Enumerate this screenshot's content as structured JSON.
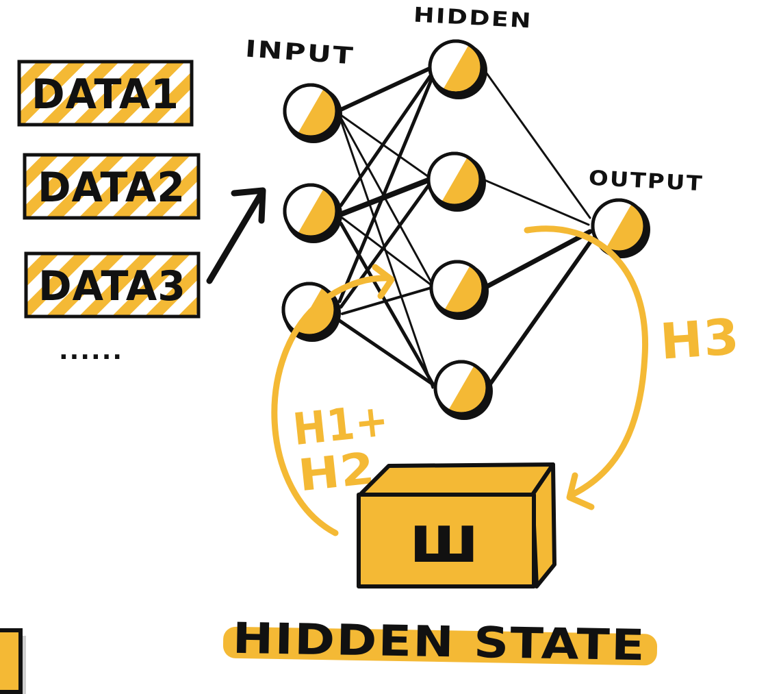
{
  "colors": {
    "accent": "#F4B935",
    "ink": "#111111",
    "background": "#ffffff",
    "shadow": "#cfcfcf"
  },
  "layers": {
    "input_label": "INPUT",
    "hidden_label": "HIDDEN",
    "output_label": "OUTPUT"
  },
  "data_items": [
    {
      "label": "DATA1"
    },
    {
      "label": "DATA2"
    },
    {
      "label": "DATA3"
    }
  ],
  "more_indicator": "......",
  "hidden_state": {
    "box_symbol": "ш",
    "caption": "HIDDEN STATE",
    "feedback_in_label_line1": "H1+",
    "feedback_in_label_line2": "H2",
    "feedback_out_label": "H3"
  },
  "icons": {
    "input_arrow": "arrow-up-right-icon",
    "feedback_arrow_in": "curved-arrow-icon",
    "feedback_arrow_out": "curved-arrow-icon"
  }
}
